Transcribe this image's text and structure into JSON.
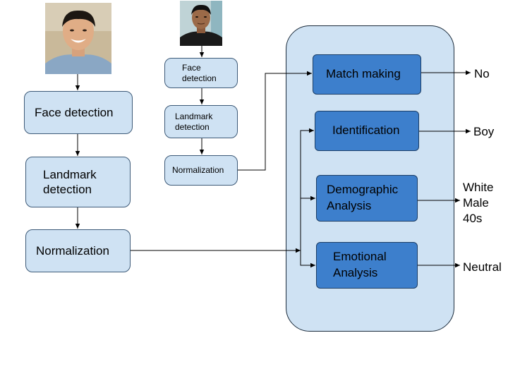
{
  "left_pipeline": {
    "face_detection": "Face detection",
    "landmark_detection": "Landmark\ndetection",
    "normalization": "Normalization"
  },
  "middle_pipeline": {
    "face_detection": "Face\ndetection",
    "landmark_detection": "Landmark\ndetection",
    "normalization": "Normalization"
  },
  "analysis": {
    "match_making": "Match making",
    "identification": "Identification",
    "demographic": "Demographic\nAnalysis",
    "emotional": "Emotional\nAnalysis"
  },
  "outputs": {
    "match_making": "No",
    "identification": "Boy",
    "demographic": "White\nMale\n40s",
    "emotional": "Neutral"
  },
  "colors": {
    "node_fill": "#cfe2f3",
    "analysis_fill": "#3d7fcc",
    "panel_fill": "#cfe2f3"
  }
}
